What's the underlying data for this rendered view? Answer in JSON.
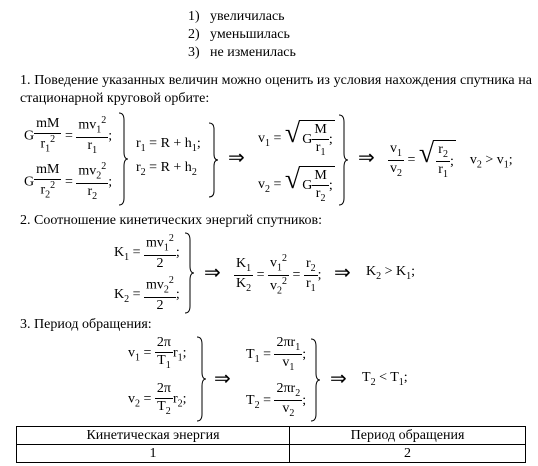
{
  "options": [
    {
      "num": "1)",
      "text": "увеличилась"
    },
    {
      "num": "2)",
      "text": "уменьшилась"
    },
    {
      "num": "3)",
      "text": "не изменилась"
    }
  ],
  "section1": {
    "text": "1. Поведение указанных величин можно оценить из условия нахождения спутника на стационарной круговой орбите:"
  },
  "section2": {
    "heading": "2. Соотношение кинетических энергий спутников:"
  },
  "section3": {
    "heading": "3. Период обращения:"
  },
  "answer_table": {
    "headers": [
      "Кинетическая энергия",
      "Период обращения"
    ],
    "values": [
      "1",
      "2"
    ]
  }
}
